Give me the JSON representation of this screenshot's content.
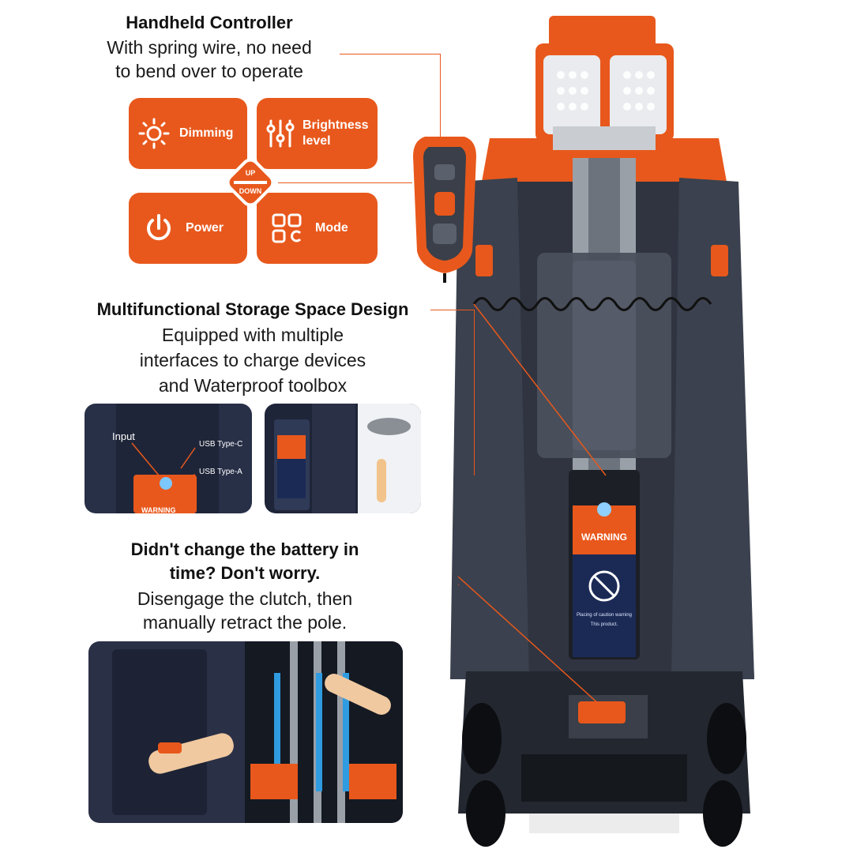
{
  "sections": {
    "controller": {
      "title": "Handheld Controller",
      "desc_line1": "With spring wire, no need",
      "desc_line2": "to bend over to operate"
    },
    "storage": {
      "title": "Multifunctional Storage Space Design",
      "desc_line1": "Equipped with multiple",
      "desc_line2": "interfaces to charge devices",
      "desc_line3": "and Waterproof toolbox"
    },
    "battery": {
      "title_line1": "Didn't change the battery in",
      "title_line2": "time? Don't worry.",
      "desc_line1": "Disengage the clutch, then",
      "desc_line2": "manually retract the pole."
    }
  },
  "controls": {
    "dimming": "Dimming",
    "brightness_line1": "Brightness",
    "brightness_line2": "level",
    "power": "Power",
    "mode": "Mode",
    "up": "UP",
    "down": "DOWN"
  },
  "ports": {
    "input": "Input",
    "usb_c": "USB Type-C",
    "usb_a": "USB Type-A",
    "panel_warning": "WARNING"
  },
  "product": {
    "warning_label": "WARNING",
    "panel_text_line1": "Placing of caution warning",
    "panel_text_line2": "This product."
  },
  "colors": {
    "accent": "#e8581c",
    "body": "#2f3440",
    "navy": "#1b2a55"
  }
}
